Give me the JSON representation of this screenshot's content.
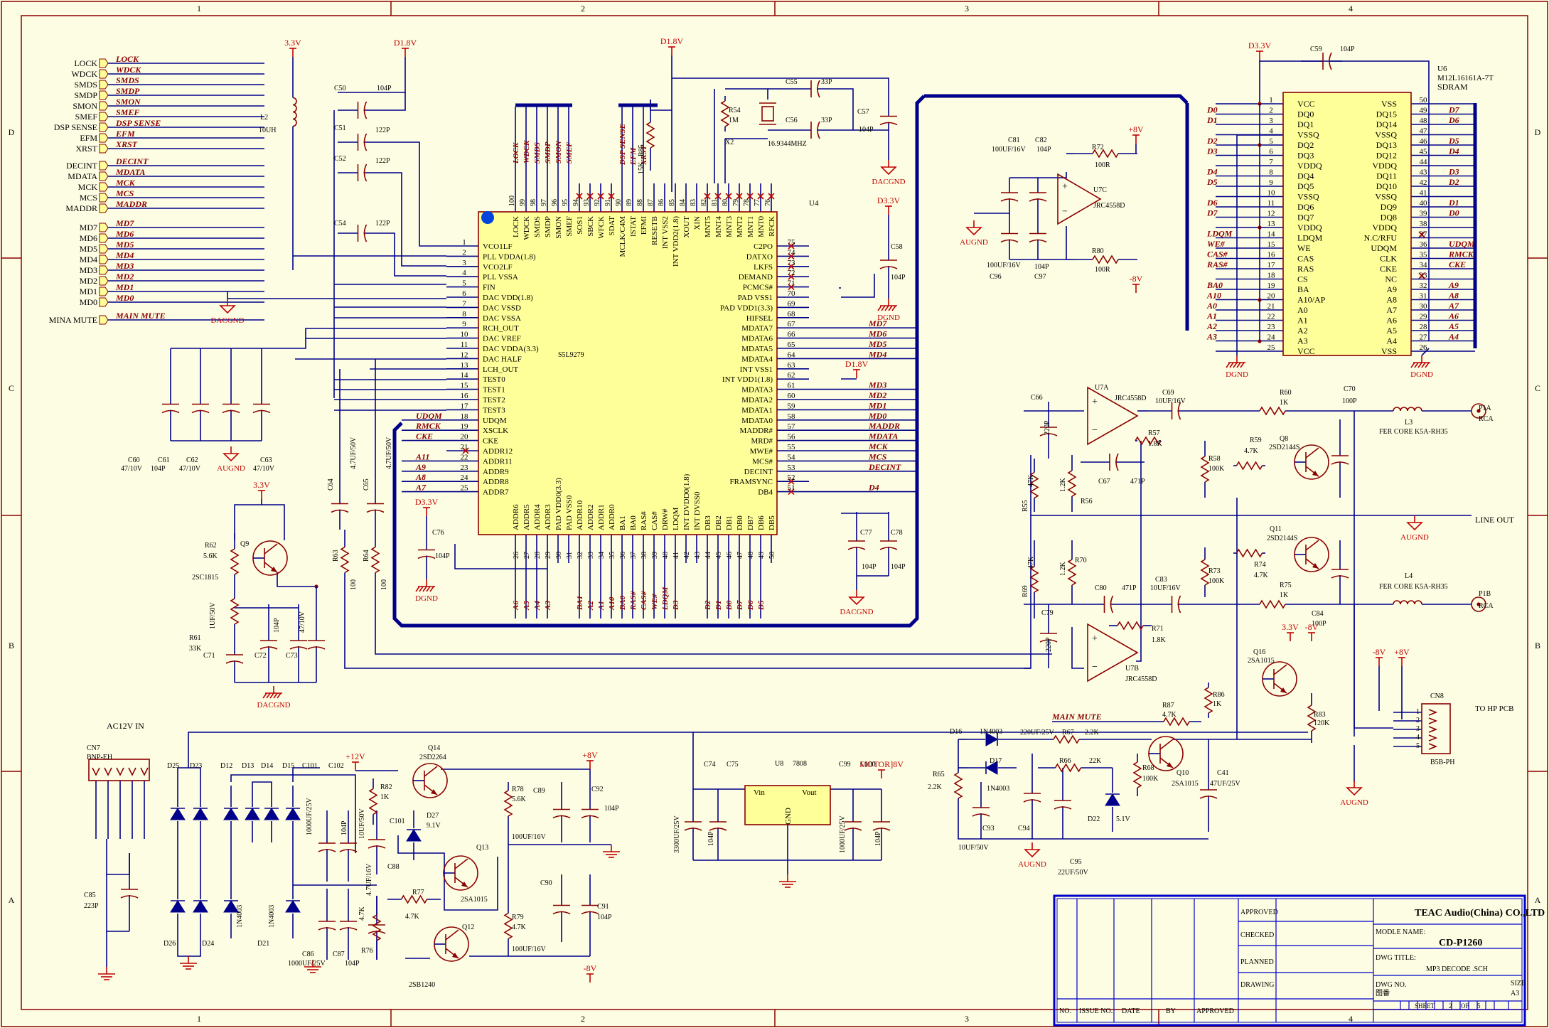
{
  "zones": {
    "cols": [
      "1",
      "2",
      "3",
      "4"
    ],
    "rows": [
      "D",
      "C",
      "B",
      "A"
    ]
  },
  "ic_main": {
    "ref": "U4",
    "part": "S5L9279",
    "left_pins": [
      {
        "n": "1",
        "name": "VCO1LF"
      },
      {
        "n": "2",
        "name": "PLL VDDA(1.8)"
      },
      {
        "n": "3",
        "name": "VCO2LF"
      },
      {
        "n": "4",
        "name": "PLL VSSA"
      },
      {
        "n": "5",
        "name": "FIN"
      },
      {
        "n": "6",
        "name": "DAC VDD(1.8)"
      },
      {
        "n": "7",
        "name": "DAC VSSD"
      },
      {
        "n": "8",
        "name": "DAC VSSA"
      },
      {
        "n": "9",
        "name": "RCH_OUT"
      },
      {
        "n": "10",
        "name": "DAC VREF"
      },
      {
        "n": "11",
        "name": "DAC VDDA(3.3)"
      },
      {
        "n": "12",
        "name": "DAC HALF"
      },
      {
        "n": "13",
        "name": "LCH_OUT"
      },
      {
        "n": "14",
        "name": "TEST0"
      },
      {
        "n": "15",
        "name": "TEST1"
      },
      {
        "n": "16",
        "name": "TEST2"
      },
      {
        "n": "17",
        "name": "TEST3"
      },
      {
        "n": "18",
        "name": "UDQM"
      },
      {
        "n": "19",
        "name": "XSCLK"
      },
      {
        "n": "20",
        "name": "CKE"
      },
      {
        "n": "21",
        "name": "ADDR12"
      },
      {
        "n": "22",
        "name": "ADDR11"
      },
      {
        "n": "23",
        "name": "ADDR9"
      },
      {
        "n": "24",
        "name": "ADDR8"
      },
      {
        "n": "25",
        "name": "ADDR7"
      }
    ],
    "right_pins": [
      {
        "n": "75",
        "name": "C2PO"
      },
      {
        "n": "74",
        "name": "DATXO"
      },
      {
        "n": "73",
        "name": "LKFS"
      },
      {
        "n": "72",
        "name": "DEMAND"
      },
      {
        "n": "71",
        "name": "PCMCS#"
      },
      {
        "n": "70",
        "name": "PAD VSS1"
      },
      {
        "n": "69",
        "name": "PAD VDD1(3.3)"
      },
      {
        "n": "68",
        "name": "HIFSEL"
      },
      {
        "n": "67",
        "name": "MDATA7"
      },
      {
        "n": "66",
        "name": "MDATA6"
      },
      {
        "n": "65",
        "name": "MDATA5"
      },
      {
        "n": "64",
        "name": "MDATA4"
      },
      {
        "n": "63",
        "name": "INT VSS1"
      },
      {
        "n": "62",
        "name": "INT VDD1(1.8)"
      },
      {
        "n": "61",
        "name": "MDATA3"
      },
      {
        "n": "60",
        "name": "MDATA2"
      },
      {
        "n": "59",
        "name": "MDATA1"
      },
      {
        "n": "58",
        "name": "MDATA0"
      },
      {
        "n": "57",
        "name": "MADDR#"
      },
      {
        "n": "56",
        "name": "MRD#"
      },
      {
        "n": "55",
        "name": "MWE#"
      },
      {
        "n": "54",
        "name": "MCS#"
      },
      {
        "n": "53",
        "name": "DECINT"
      },
      {
        "n": "52",
        "name": "FRAMSYNC"
      },
      {
        "n": "51",
        "name": "DB4"
      }
    ],
    "top_pins": [
      {
        "n": "100",
        "name": "LOCK"
      },
      {
        "n": "99",
        "name": "WDCK"
      },
      {
        "n": "98",
        "name": "SMDS"
      },
      {
        "n": "97",
        "name": "SMDP"
      },
      {
        "n": "96",
        "name": "SMON"
      },
      {
        "n": "95",
        "name": "SMEF"
      },
      {
        "n": "94",
        "name": "SOS1"
      },
      {
        "n": "93",
        "name": "SBCK"
      },
      {
        "n": "92",
        "name": "WFCK"
      },
      {
        "n": "91",
        "name": "SDAT"
      },
      {
        "n": "90",
        "name": "MCLK/C4M"
      },
      {
        "n": "89",
        "name": "ISTAT"
      },
      {
        "n": "88",
        "name": "EFMI"
      },
      {
        "n": "87",
        "name": "RESETB"
      },
      {
        "n": "86",
        "name": "INT VSS2"
      },
      {
        "n": "85",
        "name": "INT VDD2(1.8)"
      },
      {
        "n": "84",
        "name": "XOUT"
      },
      {
        "n": "83",
        "name": "XIN"
      },
      {
        "n": "82",
        "name": "MNT5"
      },
      {
        "n": "81",
        "name": "MNT4"
      },
      {
        "n": "80",
        "name": "MNT3"
      },
      {
        "n": "79",
        "name": "MNT2"
      },
      {
        "n": "78",
        "name": "MNT1"
      },
      {
        "n": "77",
        "name": "MNT0"
      },
      {
        "n": "76",
        "name": "RFCK"
      }
    ],
    "bottom_pins": [
      {
        "n": "26",
        "name": "ADDR6"
      },
      {
        "n": "27",
        "name": "ADDR5"
      },
      {
        "n": "28",
        "name": "ADDR4"
      },
      {
        "n": "29",
        "name": "ADDR3"
      },
      {
        "n": "30",
        "name": "PAD VDD0(3.3)"
      },
      {
        "n": "31",
        "name": "PAD VSS0"
      },
      {
        "n": "32",
        "name": "ADDR10"
      },
      {
        "n": "33",
        "name": "ADDR2"
      },
      {
        "n": "34",
        "name": "ADDR1"
      },
      {
        "n": "35",
        "name": "ADDR0"
      },
      {
        "n": "36",
        "name": "BA1"
      },
      {
        "n": "37",
        "name": "BA0"
      },
      {
        "n": "38",
        "name": "RAS#"
      },
      {
        "n": "39",
        "name": "CAS#"
      },
      {
        "n": "40",
        "name": "DRW#"
      },
      {
        "n": "41",
        "name": "LDQM"
      },
      {
        "n": "42",
        "name": "INT DVDD0(1.8)"
      },
      {
        "n": "43",
        "name": "INT DVSS0"
      },
      {
        "n": "44",
        "name": "DB3"
      },
      {
        "n": "45",
        "name": "DB2"
      },
      {
        "n": "46",
        "name": "DB1"
      },
      {
        "n": "47",
        "name": "DB0"
      },
      {
        "n": "48",
        "name": "DB7"
      },
      {
        "n": "49",
        "name": "DB6"
      },
      {
        "n": "50",
        "name": "DB5"
      }
    ],
    "top_sig_labels": [
      "LOCK",
      "WDCK",
      "SMDS",
      "SMDP",
      "SMON",
      "SMEF"
    ],
    "top_sig_labels2": [
      "DSP SENSE",
      "EFM",
      "XRST"
    ],
    "right_sig_labels": [
      "MD7",
      "MD6",
      "MD5",
      "MD4",
      "MD3",
      "MD2",
      "MD1",
      "MD0",
      "MADDR",
      "MDATA",
      "MCK",
      "MCS",
      "DECINT",
      "D4"
    ],
    "left_sig_labels": [
      "UDQM",
      "RMCK",
      "CKE",
      "A11",
      "A9",
      "A8",
      "A7"
    ],
    "bottom_sig_labels": [
      "A6",
      "A5",
      "A4",
      "A3",
      "A2",
      "A1",
      "A10",
      "BA1",
      "BA0",
      "RAS#",
      "CAS#",
      "WE#",
      "LDQM",
      "D3",
      "D2",
      "D1",
      "D0",
      "D7",
      "D6",
      "D5"
    ]
  },
  "sdram": {
    "ref": "U6",
    "part": "M12L16161A-7T",
    "title": "SDRAM",
    "left_pins": [
      {
        "n": "1",
        "name": "VCC"
      },
      {
        "n": "2",
        "name": "DQ0"
      },
      {
        "n": "3",
        "name": "DQ1"
      },
      {
        "n": "4",
        "name": "VSSQ"
      },
      {
        "n": "5",
        "name": "DQ2"
      },
      {
        "n": "6",
        "name": "DQ3"
      },
      {
        "n": "7",
        "name": "VDDQ"
      },
      {
        "n": "8",
        "name": "DQ4"
      },
      {
        "n": "9",
        "name": "DQ5"
      },
      {
        "n": "10",
        "name": "VSSQ"
      },
      {
        "n": "11",
        "name": "DQ6"
      },
      {
        "n": "12",
        "name": "DQ7"
      },
      {
        "n": "13",
        "name": "VDDQ"
      },
      {
        "n": "14",
        "name": "LDQM"
      },
      {
        "n": "15",
        "name": "WE"
      },
      {
        "n": "16",
        "name": "CAS"
      },
      {
        "n": "17",
        "name": "RAS"
      },
      {
        "n": "18",
        "name": "CS"
      },
      {
        "n": "19",
        "name": "BA"
      },
      {
        "n": "20",
        "name": "A10/AP"
      },
      {
        "n": "21",
        "name": "A0"
      },
      {
        "n": "22",
        "name": "A1"
      },
      {
        "n": "23",
        "name": "A2"
      },
      {
        "n": "24",
        "name": "A3"
      },
      {
        "n": "25",
        "name": "VCC"
      }
    ],
    "right_pins": [
      {
        "n": "50",
        "name": "VSS"
      },
      {
        "n": "49",
        "name": "DQ15"
      },
      {
        "n": "48",
        "name": "DQ14"
      },
      {
        "n": "47",
        "name": "VSSQ"
      },
      {
        "n": "46",
        "name": "DQ13"
      },
      {
        "n": "45",
        "name": "DQ12"
      },
      {
        "n": "44",
        "name": "VDDQ"
      },
      {
        "n": "43",
        "name": "DQ11"
      },
      {
        "n": "42",
        "name": "DQ10"
      },
      {
        "n": "41",
        "name": "VSSQ"
      },
      {
        "n": "40",
        "name": "DQ9"
      },
      {
        "n": "39",
        "name": "DQ8"
      },
      {
        "n": "38",
        "name": "VDDQ"
      },
      {
        "n": "37",
        "name": "N.C/RFU"
      },
      {
        "n": "36",
        "name": "UDQM"
      },
      {
        "n": "35",
        "name": "CLK"
      },
      {
        "n": "34",
        "name": "CKE"
      },
      {
        "n": "33",
        "name": "NC"
      },
      {
        "n": "32",
        "name": "A9"
      },
      {
        "n": "31",
        "name": "A8"
      },
      {
        "n": "30",
        "name": "A7"
      },
      {
        "n": "29",
        "name": "A6"
      },
      {
        "n": "28",
        "name": "A5"
      },
      {
        "n": "27",
        "name": "A4"
      },
      {
        "n": "26",
        "name": "VSS"
      }
    ],
    "left_sig": [
      "",
      "D0",
      "D1",
      "",
      "D2",
      "D3",
      "",
      "D4",
      "D5",
      "",
      "D6",
      "D7",
      "",
      "LDQM",
      "WE#",
      "CAS#",
      "RAS#",
      "",
      "BA0",
      "A10",
      "A0",
      "A1",
      "A2",
      "A3",
      ""
    ],
    "right_sig": [
      "",
      "D7",
      "D6",
      "",
      "D5",
      "D4",
      "",
      "D3",
      "D2",
      "",
      "D1",
      "D0",
      "",
      "",
      "UDQM",
      "RMCK",
      "CKE",
      "",
      "A9",
      "A8",
      "A7",
      "A6",
      "A5",
      "A4",
      ""
    ]
  },
  "connector_left": {
    "rows": [
      {
        "label": "LOCK",
        "sig": "LOCK"
      },
      {
        "label": "WDCK",
        "sig": "WDCK"
      },
      {
        "label": "SMDS",
        "sig": "SMDS"
      },
      {
        "label": "SMDP",
        "sig": "SMDP"
      },
      {
        "label": "SMON",
        "sig": "SMON"
      },
      {
        "label": "SMEF",
        "sig": "SMEF"
      },
      {
        "label": "DSP SENSE",
        "sig": "DSP SENSE"
      },
      {
        "label": "EFM",
        "sig": "EFM"
      },
      {
        "label": "XRST",
        "sig": "XRST"
      }
    ],
    "rows2": [
      {
        "label": "DECINT",
        "sig": "DECINT"
      },
      {
        "label": "MDATA",
        "sig": "MDATA"
      },
      {
        "label": "MCK",
        "sig": "MCK"
      },
      {
        "label": "MCS",
        "sig": "MCS"
      },
      {
        "label": "MADDR",
        "sig": "MADDR"
      }
    ],
    "rows3": [
      {
        "label": "MD7",
        "sig": "MD7"
      },
      {
        "label": "MD6",
        "sig": "MD6"
      },
      {
        "label": "MD5",
        "sig": "MD5"
      },
      {
        "label": "MD4",
        "sig": "MD4"
      },
      {
        "label": "MD3",
        "sig": "MD3"
      },
      {
        "label": "MD2",
        "sig": "MD2"
      },
      {
        "label": "MD1",
        "sig": "MD1"
      },
      {
        "label": "MD0",
        "sig": "MD0"
      }
    ],
    "mute": {
      "label": "MINA MUTE",
      "sig": "MAIN MUTE"
    }
  },
  "labels": {
    "p33_a": "3.3V",
    "p18_a": "D1.8V",
    "p18_b": "D1.8V",
    "p33_b": "D3.3V",
    "p33_c": "D3.3V",
    "p33_d": "3.3V",
    "p33_sd": "D3.3V",
    "p18_c": "D1.8V",
    "p33_e": "3.3V",
    "m8a": "-8V",
    "p8a": "+8V",
    "m8b": "-8V",
    "p8b": "+8V",
    "m8c": "-8V",
    "p8c": "+8V",
    "p12": "+12V",
    "p8d": "+8V",
    "m8d": "-8V",
    "motor": "MOTOR]8V",
    "dacgnd1": "DACGND",
    "dacgnd2": "DACGND",
    "dacgnd3": "DACGND",
    "dgnd1": "DGND",
    "dgnd2": "DGND",
    "dgnd3": "DGND",
    "dgnd4": "DGND",
    "augnd1": "AUGND",
    "augnd2": "AUGND",
    "augnd3": "AUGND",
    "augnd4": "AUGND",
    "l2": "L2",
    "l2v": "10UH",
    "c50": "C50",
    "c50v": "104P",
    "c51": "C51",
    "c51v": "122P",
    "c52": "C52",
    "c52v": "122P",
    "c54": "C54",
    "c54v": "122P",
    "c55": "C55",
    "c55v": "33P",
    "c56": "C56",
    "c56v": "33P",
    "c57": "C57",
    "c57v": "104P",
    "r54": "R54",
    "r54v": "1M",
    "x2": "X2",
    "x2v": "16.9344MHZ",
    "r85": "R85",
    "r85v": "15K",
    "c58": "C58",
    "c58v": "104P",
    "c59": "C59",
    "c59v": "104P",
    "c60": "C60",
    "c60v": "47/10V",
    "c61": "C61",
    "c61v": "104P",
    "c62": "C62",
    "c62v": "47/10V",
    "c63": "C63",
    "c63v": "47/10V",
    "c64": "C64",
    "c64v": "4.7UF/50V",
    "c65": "C65",
    "c65v": "4.7UF/50V",
    "r63": "R63",
    "r63v": "100",
    "r64": "R64",
    "r64v": "100",
    "c76": "C76",
    "c76v": "104P",
    "c77": "C77",
    "c77v": "104P",
    "c78": "C78",
    "c78v": "104P",
    "r62": "R62",
    "r62v": "5.6K",
    "q9": "Q9",
    "q9v": "2SC1815",
    "r61": "R61",
    "r61v": "33K",
    "c71": "C71",
    "c71v": "1UF/50V",
    "c72": "C72",
    "c72v": "104P",
    "c73": "C73",
    "c73v": "47/10V",
    "c81": "C81",
    "c81v": "100UF/16V",
    "c82": "C82",
    "c82v": "104P",
    "r72": "R72",
    "r72v": "100R",
    "u7c": "U7C",
    "u7cv": "JRC4558D",
    "c96": "C96",
    "c96v": "100UF/16V",
    "c97": "C97",
    "c97v": "104P",
    "r80": "R80",
    "r80v": "100R",
    "u7a": "U7A",
    "u7av": "JRC4558D",
    "c66": "C66",
    "c66v": "220P",
    "c69": "C69",
    "c69v": "10UF/16V",
    "r57": "R57",
    "r57v": "1.8K",
    "c67": "C67",
    "c67v": "471P",
    "r56": "R56",
    "r56v": "1.2K",
    "r55": "R55",
    "r55v": "47K",
    "r58": "R58",
    "r58v": "100K",
    "r60": "R60",
    "r60v": "1K",
    "c70": "C70",
    "c70v": "100P",
    "l3": "L3",
    "l3v": "FER CORE K5A-RH35",
    "p1a": "P1A",
    "rca1": "RCA",
    "r59": "R59",
    "r59v": "4.7K",
    "q8": "Q8",
    "q8v": "2SD2144S",
    "q11": "Q11",
    "q11v": "2SD2144S",
    "r74": "R74",
    "r74v": "4.7K",
    "line_out": "LINE OUT",
    "r70": "R70",
    "r70v": "1.2K",
    "r69": "R69",
    "r69v": "47K",
    "c80": "C80",
    "c80v": "471P",
    "c83": "C83",
    "c83v": "10UF/16V",
    "r73": "R73",
    "r73v": "100K",
    "r75": "R75",
    "r75v": "1K",
    "c84": "C84",
    "c84v": "100P",
    "l4": "L4",
    "l4v": "FER CORE K5A-RH35",
    "p1b": "P1B",
    "rca2": "RCA",
    "c79": "C79",
    "c79v": "220P",
    "r71": "R71",
    "r71v": "1.8K",
    "u7b": "U7B",
    "u7bv": "JRC4558D",
    "q16": "Q16",
    "q16v": "2SA1015",
    "r86": "R86",
    "r86v": "1K",
    "r87": "R87",
    "r87v": "4.7K",
    "r83": "R83",
    "r83v": "120K",
    "main_mute": "MAIN MUTE",
    "cn8": "CN8",
    "cn8v": "B5B-PH",
    "to_hp": "TO HP PCB",
    "ac_in": "AC12V IN",
    "cn7": "CN7",
    "cn7v": "BNP-EH",
    "c85": "C85",
    "c85v": "223P",
    "d25": "D25",
    "d23": "D23",
    "d12": "D12",
    "d13": "D13",
    "d14": "D14",
    "d15": "D15",
    "d26": "D26",
    "d24": "D24",
    "d21": "D21",
    "d21v": "1N4003",
    "d_1n": "1N4003",
    "c101": "C101",
    "c102": "C102",
    "c101b": "C101",
    "c86": "C86",
    "c86v": "1000UF/25V",
    "c87": "C87",
    "c87v": "104P",
    "c101v": "1000UF/25V",
    "c102v": "104P",
    "r82": "R82",
    "r82v": "1K",
    "q14": "Q14",
    "q14v": "2SD2264",
    "d27": "D27",
    "d27v": "9.1V",
    "c103v": "10UF/50V",
    "c88": "C88",
    "c88v": "4.7UF/16V",
    "r76": "R76",
    "r76v": "4.7K",
    "r77": "R77",
    "r77v": "4.7K",
    "q13": "Q13",
    "q13v": "2SA1015",
    "q12": "Q12",
    "q12v": "2SB1240",
    "r78": "R78",
    "r78v": "5.6K",
    "r79": "R79",
    "r79v": "4.7K",
    "c89": "C89",
    "c92": "C92",
    "c92v": "104P",
    "c90": "C90",
    "c91": "C91",
    "c91v": "104P",
    "c89v": "100UF/16V",
    "c90v": "100UF/16V",
    "c74": "C74",
    "c74v": "3300UF/25V",
    "c75": "C75",
    "c75v": "104P",
    "u8": "U8",
    "u8v": "7808",
    "vin": "Vin",
    "vout": "Vout",
    "gnd": "GND",
    "c99": "C99",
    "c99v": "1000UF/25V",
    "c100": "C100",
    "c100v": "104P",
    "d16": "D16",
    "d16v": "1N4003",
    "d17": "D17",
    "d17v": "1N4003",
    "r65": "R65",
    "r65v": "2.2K",
    "c93": "C93",
    "c93v": "10UF/50V",
    "c94": "C94",
    "c94v": "220UF/25V",
    "r67": "R67",
    "r67v": "2.2K",
    "r66": "R66",
    "r66v": "22K",
    "r68": "R68",
    "r68v": "100K",
    "q10": "Q10",
    "q10v": "2SA1015",
    "d22": "D22",
    "d22v": "5.1V",
    "c41": "C41",
    "c41v": "47UF/25V",
    "c95": "C95",
    "c95v": "22UF/50V",
    "x_label": "X2"
  },
  "title_block": {
    "company": "TEAC Audio(China) CO.,LTD",
    "approved": "APPROVED",
    "checked": "CHECKED",
    "planned": "PLANNED",
    "drawing": "DRAWING",
    "no": "NO.",
    "issue": "ISSUE NO.",
    "date": "DATE",
    "by": "BY",
    "approved2": "APPROVED",
    "model_name_label": "MODLE NAME:",
    "model_name": "CD-P1260",
    "dwg_title_label": "DWG TITLE:",
    "dwg_title": "MP3 DECODE .SCH",
    "dwg_no_label": "DWG NO.",
    "dwg_no_label2": "图番",
    "size_label": "SIZE",
    "size": "A3",
    "sheet_label": "SHEET",
    "sheet": "2",
    "of_label": "OF",
    "of": "5"
  }
}
